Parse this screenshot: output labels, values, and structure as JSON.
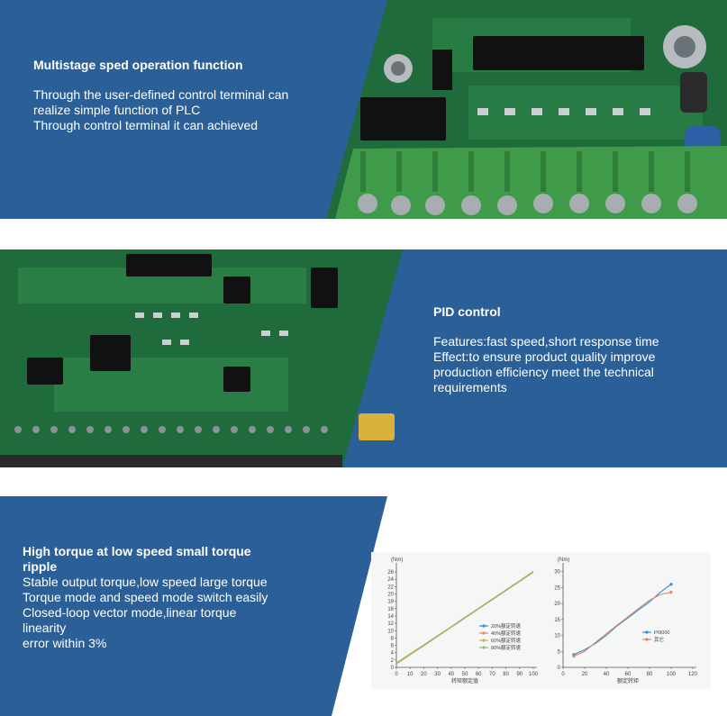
{
  "colors": {
    "panel_blue": "#285e99",
    "pcb_green": "#1f6b3c",
    "terminal_green": "#3f9b4a",
    "chart_bg": "#f4f7f6"
  },
  "section1": {
    "title": "Multistage sped operation function",
    "lines": [
      "Through the user-defined control terminal can",
      "realize simple function of PLC",
      "Through control terminal it can achieved"
    ]
  },
  "section2": {
    "title": "PID control",
    "lines": [
      "Features:fast speed,short response time",
      "Effect:to ensure product quality improve",
      "production efficiency meet the technical",
      "requirements"
    ]
  },
  "section3": {
    "title_lines": [
      "High torque at low speed small torque",
      "ripple"
    ],
    "lines": [
      "Stable output torque,low speed large torque",
      "Torque mode and speed mode switch easily",
      "Closed-loop vector mode,linear torque",
      "linearity",
      "error within 3%"
    ]
  },
  "chart_data": [
    {
      "type": "line",
      "ylabel": "(Nm)",
      "xlabel": "转矩额定值",
      "x_ticks": [
        0,
        10,
        20,
        30,
        40,
        50,
        60,
        70,
        80,
        90,
        100
      ],
      "y_ticks": [
        0,
        2,
        4,
        6,
        8,
        10,
        12,
        14,
        16,
        18,
        20,
        22,
        24,
        26
      ],
      "xlim": [
        0,
        100
      ],
      "ylim": [
        0,
        27
      ],
      "legend": [
        "20%额定转速",
        "40%额定转速",
        "60%额定转速",
        "80%额定转速"
      ],
      "legend_colors": [
        "#2f8fd0",
        "#e88a6a",
        "#c9b24a",
        "#9ab86a"
      ],
      "series": [
        {
          "name": "20%额定转速",
          "x": [
            0,
            10,
            20,
            30,
            40,
            50,
            60,
            70,
            80,
            90,
            100
          ],
          "y": [
            1.0,
            3.5,
            6.0,
            8.5,
            11.0,
            13.5,
            16.0,
            18.5,
            21.0,
            23.5,
            26.0
          ]
        },
        {
          "name": "40%额定转速",
          "x": [
            0,
            10,
            20,
            30,
            40,
            50,
            60,
            70,
            80,
            90,
            100
          ],
          "y": [
            1.2,
            3.7,
            6.1,
            8.6,
            11.1,
            13.6,
            16.1,
            18.6,
            21.1,
            23.6,
            26.2
          ]
        },
        {
          "name": "60%额定转速",
          "x": [
            0,
            10,
            20,
            30,
            40,
            50,
            60,
            70,
            80,
            90,
            100
          ],
          "y": [
            0.9,
            3.4,
            5.9,
            8.4,
            10.9,
            13.4,
            15.9,
            18.4,
            20.9,
            23.4,
            25.9
          ]
        },
        {
          "name": "80%额定转速",
          "x": [
            0,
            10,
            20,
            30,
            40,
            50,
            60,
            70,
            80,
            90,
            100
          ],
          "y": [
            1.1,
            3.6,
            6.0,
            8.5,
            11.0,
            13.5,
            16.0,
            18.5,
            21.0,
            23.5,
            26.1
          ]
        }
      ]
    },
    {
      "type": "line",
      "ylabel": "(Nm)",
      "xlabel": "额定转矩",
      "x_ticks": [
        0,
        20,
        40,
        60,
        80,
        100,
        120
      ],
      "y_ticks": [
        0,
        5,
        10,
        15,
        20,
        25,
        30
      ],
      "xlim": [
        0,
        120
      ],
      "ylim": [
        0,
        31
      ],
      "legend": [
        "PI9000",
        "其它"
      ],
      "legend_colors": [
        "#2f8fd0",
        "#e8806a"
      ],
      "series": [
        {
          "name": "PI9000",
          "x": [
            10,
            20,
            30,
            40,
            50,
            60,
            70,
            80,
            90,
            100
          ],
          "y": [
            4.0,
            5.5,
            7.5,
            10.0,
            13.0,
            15.5,
            18.0,
            20.5,
            23.5,
            26.0
          ]
        },
        {
          "name": "其它",
          "x": [
            10,
            20,
            30,
            40,
            50,
            60,
            70,
            80,
            90,
            100
          ],
          "y": [
            3.5,
            5.0,
            7.8,
            10.5,
            13.2,
            15.8,
            18.5,
            21.0,
            22.8,
            23.5
          ]
        }
      ]
    }
  ]
}
